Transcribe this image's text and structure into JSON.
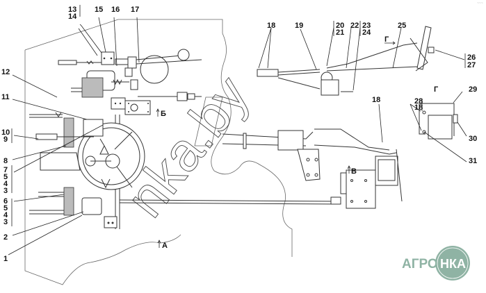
{
  "diagram": {
    "title": "",
    "callouts": {
      "c1": "1",
      "c2": "2",
      "c3a": "3",
      "c4a": "4",
      "c5a": "5",
      "c6": "6",
      "c3b": "3",
      "c4b": "4",
      "c5b": "5",
      "c7": "7",
      "c8": "8",
      "c9": "9",
      "c10": "10",
      "c11": "11",
      "c12": "12",
      "c13": "13",
      "c14": "14",
      "c15": "15",
      "c16": "16",
      "c17": "17",
      "c18a": "18",
      "c18b": "18",
      "c18c": "18",
      "c19": "19",
      "c20": "20",
      "c21": "21",
      "c22": "22",
      "c23": "23",
      "c24": "24",
      "c25": "25",
      "c26": "26",
      "c27": "27",
      "c28": "28",
      "c29": "29",
      "c30": "30",
      "c31": "31"
    },
    "view_labels": {
      "a": "А",
      "b": "Б",
      "v": "В",
      "g_arrow": "Г",
      "g_view": "Г"
    },
    "watermark": "nka.by",
    "logo": {
      "left_text": "АГРО",
      "right_text": "НКА",
      "color": "#8fb3a4"
    },
    "corner_mark": "~~~"
  }
}
